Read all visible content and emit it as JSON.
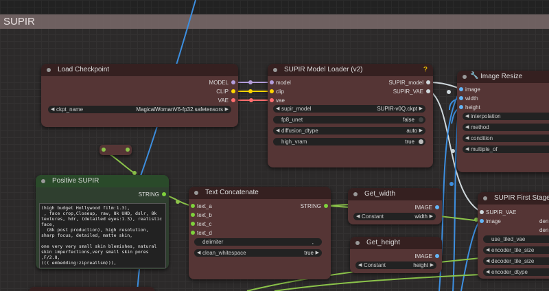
{
  "group": {
    "title": "SUPIR"
  },
  "nodes": {
    "load_checkpoint": {
      "title": "Load Checkpoint",
      "outputs": [
        "MODEL",
        "CLIP",
        "VAE"
      ],
      "ckpt_label": "ckpt_name",
      "ckpt_value": "MagicalWomanV6-fp32.safetensors"
    },
    "supir_model_loader": {
      "title": "SUPIR Model Loader (v2)",
      "badge": "?",
      "inputs": [
        "model",
        "clip",
        "vae"
      ],
      "outputs": [
        "SUPIR_model",
        "SUPIR_VAE"
      ],
      "widgets": [
        {
          "label": "supir_model",
          "value": "SUPIR-v0Q.ckpt"
        },
        {
          "label": "fp8_unet",
          "value": "false"
        },
        {
          "label": "diffusion_dtype",
          "value": "auto"
        },
        {
          "label": "high_vram",
          "value": "true"
        }
      ]
    },
    "image_resize": {
      "title": "Image Resize",
      "inputs": [
        "image",
        "width",
        "height"
      ],
      "widgets": [
        "interpolation",
        "method",
        "condition",
        "multiple_of"
      ]
    },
    "positive_supir": {
      "title": "Positive SUPIR",
      "output": "STRING",
      "text": "(high budget Hollywood film:1.3),\n , face crop,Closeup, raw, 8k UHD, dslr, 8k textures, hdr, (detailed eyes:1.3), realistic face,\n  (8k post production), high resolution, sharp focus, detailed, matte skin,\n\none very very small skin blemishes, natural skin imperfections,very small skin pores ,F/2.8,\n((( embedding:zipreallsm))),"
    },
    "text_concatenate": {
      "title": "Text Concatenate",
      "inputs": [
        "text_a",
        "text_b",
        "text_c",
        "text_d"
      ],
      "output": "STRING",
      "widgets": [
        {
          "label": "delimiter",
          "value": ","
        },
        {
          "label": "clean_whitespace",
          "value": "true"
        }
      ]
    },
    "get_width": {
      "title": "Get_width",
      "output": "IMAGE",
      "widget": {
        "label": "Constant",
        "value": "width"
      }
    },
    "get_height": {
      "title": "Get_height",
      "output": "IMAGE",
      "widget": {
        "label": "Constant",
        "value": "height"
      }
    },
    "supir_first_stage": {
      "title": "SUPIR First Stage (D",
      "inputs": [
        "SUPIR_VAE",
        "image"
      ],
      "outputs_partial": [
        "den",
        "den"
      ],
      "widgets": [
        "use_tiled_vae",
        "encoder_tile_size",
        "decoder_tile_size",
        "encoder_dtype"
      ]
    }
  },
  "colors": {
    "model": "#b39ddb",
    "clip": "#ffd500",
    "vae": "#ff6e6e",
    "image": "#64b5f6",
    "string": "#7fd23c",
    "link_green": "#8bc34a",
    "link_blue": "#3d8fe0",
    "link_white": "#cfd8dc"
  }
}
